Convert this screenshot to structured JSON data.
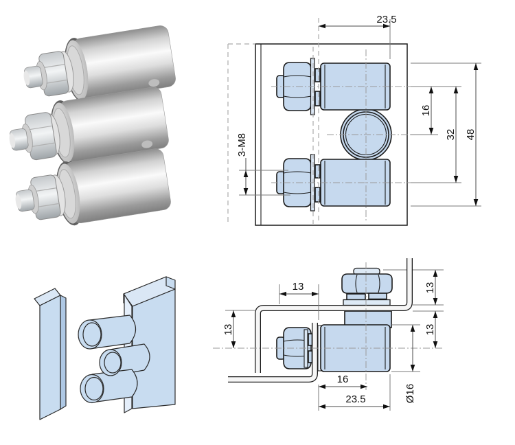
{
  "page": {
    "background": "#ffffff"
  },
  "photo": {
    "description": "Three stacked stainless guide rollers with hex nuts and bolts"
  },
  "front_view": {
    "width_dim": "23.5",
    "thread_label": "3-M8",
    "center_to_middle_dim": "16",
    "center_to_center_dim": "32",
    "overall_height_dim": "48"
  },
  "side_view": {
    "bolt_height_dim": "13",
    "left_offset_dim": "13",
    "bracket_upper_dim": "13",
    "bracket_lower_dim": "13",
    "roller_length_dim": "16",
    "overall_depth_dim": "23.5",
    "roller_diameter_dim": "Ø16"
  },
  "iso_view": {
    "description": "Rollers guiding between two steel channel sections"
  },
  "colors": {
    "part_fill": "#c6d9ee",
    "line": "#1a1a1a",
    "dim_line": "#4a4a4a",
    "centerline": "#999999"
  }
}
